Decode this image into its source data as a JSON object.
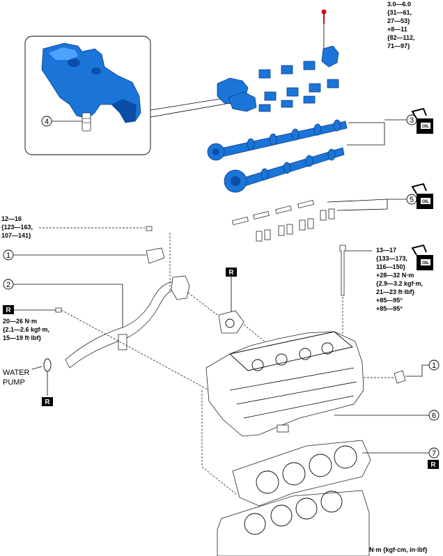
{
  "torque_specs": {
    "camshaft_cap": [
      "3.0—6.0",
      "{31—61,",
      "27—53}",
      "+8—11",
      "{82—112,",
      "71—97}"
    ],
    "bolt_left": [
      "12—16",
      "{123—163,",
      "107—141}"
    ],
    "bolt_water": [
      "20—26 N·m",
      "{2.1—2.6 kgf·m,",
      "15—19 ft·lbf}"
    ],
    "head_bolt": [
      "13—17",
      "{133—173,",
      "116—150}",
      "+28—32 N·m",
      "{2.9—3.2 kgf·m,",
      "21—23 ft·lbf}",
      "+85—95°",
      "+85—95°"
    ]
  },
  "callouts": [
    "1",
    "2",
    "3",
    "4",
    "5",
    "6",
    "7",
    "1"
  ],
  "labels": {
    "water_pump": [
      "WATER",
      "PUMP"
    ],
    "replace_marker": "R",
    "oil_label": "OIL",
    "units": "N·m {kgf·cm, in·lbf}"
  },
  "colors": {
    "part_blue": "#1b74d8",
    "part_dark": "#0b4ea8",
    "accent_red": "#d0021b"
  }
}
